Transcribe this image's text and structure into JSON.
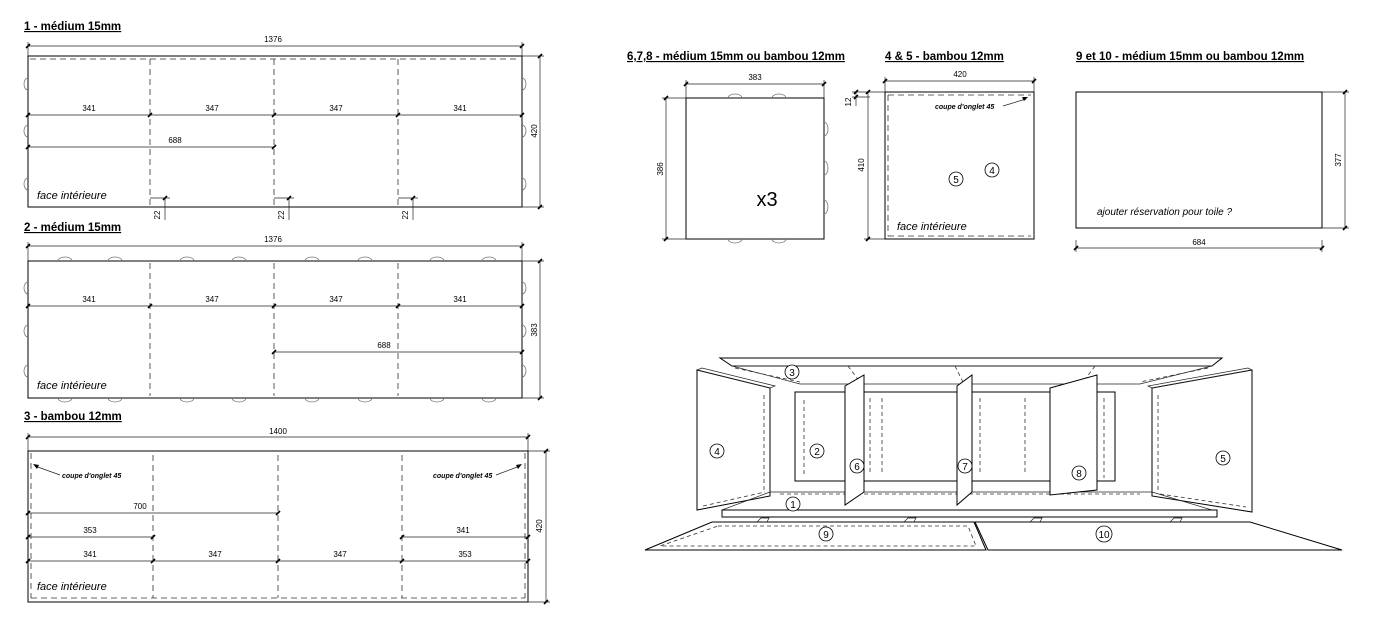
{
  "sheet": {
    "part1": {
      "title": "1 - médium 15mm",
      "width": "1376",
      "height": "420",
      "seg1": "341",
      "seg2": "347",
      "seg3": "347",
      "seg4": "341",
      "partial": "688",
      "notch1": "22",
      "notch2": "22",
      "notch3": "22",
      "face": "face intérieure"
    },
    "part2": {
      "title": "2 - médium 15mm",
      "width": "1376",
      "height": "383",
      "seg1": "341",
      "seg2": "347",
      "seg3": "347",
      "seg4": "341",
      "partial": "688",
      "face": "face intérieure"
    },
    "part3": {
      "title": "3 - bambou 12mm",
      "width": "1400",
      "height": "420",
      "note_left": "coupe d'onglet 45",
      "note_right": "coupe d'onglet 45",
      "r1": "700",
      "r2a": "353",
      "r2b": "341",
      "r3a": "341",
      "r3b": "347",
      "r3c": "347",
      "r3d": "353",
      "face": "face intérieure"
    },
    "part678": {
      "title": "6,7,8 - médium 15mm ou bambou 12mm",
      "width": "383",
      "height": "386",
      "qty": "x3"
    },
    "part45": {
      "title": "4 & 5 - bambou 12mm",
      "width": "420",
      "height": "410",
      "offset": "12",
      "note": "coupe d'onglet 45",
      "label5": "5",
      "label4": "4",
      "face": "face intérieure"
    },
    "part910": {
      "title": "9 et 10 - médium 15mm ou bambou 12mm",
      "width": "684",
      "height": "377",
      "note": "ajouter réservation pour toile ?"
    },
    "assembly": {
      "labels": [
        "1",
        "2",
        "3",
        "4",
        "5",
        "6",
        "7",
        "8",
        "9",
        "10"
      ]
    }
  }
}
